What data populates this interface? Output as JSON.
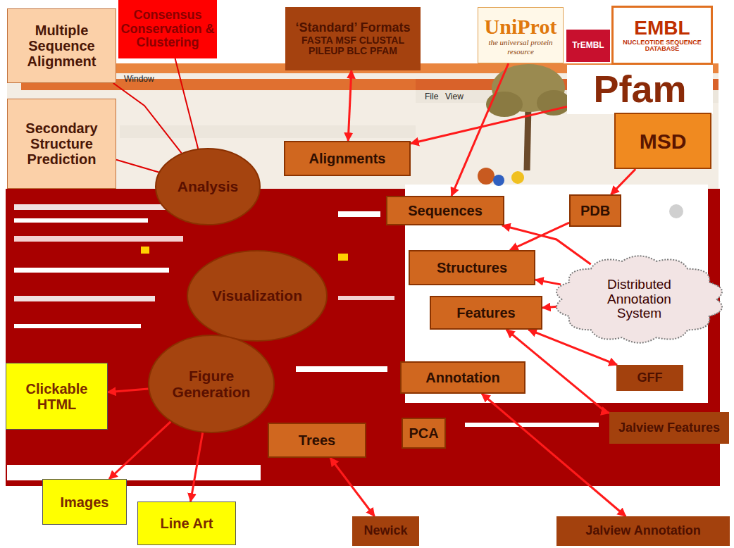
{
  "diagram": {
    "nodes": [
      {
        "text": [
          "Multiple Sequence Alignment"
        ]
      },
      {
        "text": [
          "Consensus Conservation & Clustering"
        ]
      },
      {
        "text": [
          "‘Standard’ Formats",
          "FASTA MSF CLUSTAL PILEUP BLC PFAM"
        ]
      },
      {
        "text": [
          "UniProt",
          "the universal protein resource"
        ]
      },
      {
        "text": [
          "TrEMBL"
        ]
      },
      {
        "text": [
          "EMBL",
          "NUCLEOTIDE SEQUENCE DATABASE"
        ]
      },
      {
        "text": [
          "Pfam"
        ]
      },
      {
        "text": [
          "Secondary Structure Prediction"
        ]
      },
      {
        "text": [
          "Alignments"
        ]
      },
      {
        "text": [
          "Analysis"
        ]
      },
      {
        "text": [
          "MSD"
        ]
      },
      {
        "text": [
          "PDB"
        ]
      },
      {
        "text": [
          "Sequences"
        ]
      },
      {
        "text": [
          "Visualization"
        ]
      },
      {
        "text": [
          "Structures"
        ]
      },
      {
        "text": [
          "Distributed Annotation System"
        ]
      },
      {
        "text": [
          "Features"
        ]
      },
      {
        "text": [
          "Annotation"
        ]
      },
      {
        "text": [
          "GFF"
        ]
      },
      {
        "text": [
          "Figure Generation"
        ]
      },
      {
        "text": [
          "Clickable HTML"
        ]
      },
      {
        "text": [
          "PCA"
        ]
      },
      {
        "text": [
          "Trees"
        ]
      },
      {
        "text": [
          "Jalview Features"
        ]
      },
      {
        "text": [
          "Images"
        ]
      },
      {
        "text": [
          "Jalview Annotation"
        ]
      },
      {
        "text": [
          "Line Art"
        ]
      },
      {
        "text": [
          "Newick"
        ]
      }
    ],
    "edges": [
      {
        "from": 0,
        "to": 9,
        "arrow": "none"
      },
      {
        "from": 1,
        "to": 9,
        "arrow": "none"
      },
      {
        "from": 7,
        "to": 9,
        "arrow": "none"
      },
      {
        "from": 2,
        "to": 8,
        "arrow": "both"
      },
      {
        "from": 6,
        "to": 8,
        "arrow": "to"
      },
      {
        "from": 3,
        "to": 12,
        "arrow": "to"
      },
      {
        "from": 10,
        "to": 11,
        "arrow": "to"
      },
      {
        "from": 11,
        "to": 14,
        "arrow": "to"
      },
      {
        "from": 15,
        "to": 12,
        "arrow": "to"
      },
      {
        "from": 15,
        "to": 14,
        "arrow": "to"
      },
      {
        "from": 15,
        "to": 16,
        "arrow": "to"
      },
      {
        "from": 18,
        "to": 16,
        "arrow": "both"
      },
      {
        "from": 23,
        "to": 16,
        "arrow": "both"
      },
      {
        "from": 25,
        "to": 17,
        "arrow": "both"
      },
      {
        "from": 22,
        "to": 27,
        "arrow": "both"
      },
      {
        "from": 19,
        "to": 20,
        "arrow": "to"
      },
      {
        "from": 19,
        "to": 24,
        "arrow": "to"
      },
      {
        "from": 19,
        "to": 26,
        "arrow": "to"
      }
    ],
    "labels": [
      "Window",
      "File",
      "View"
    ]
  }
}
